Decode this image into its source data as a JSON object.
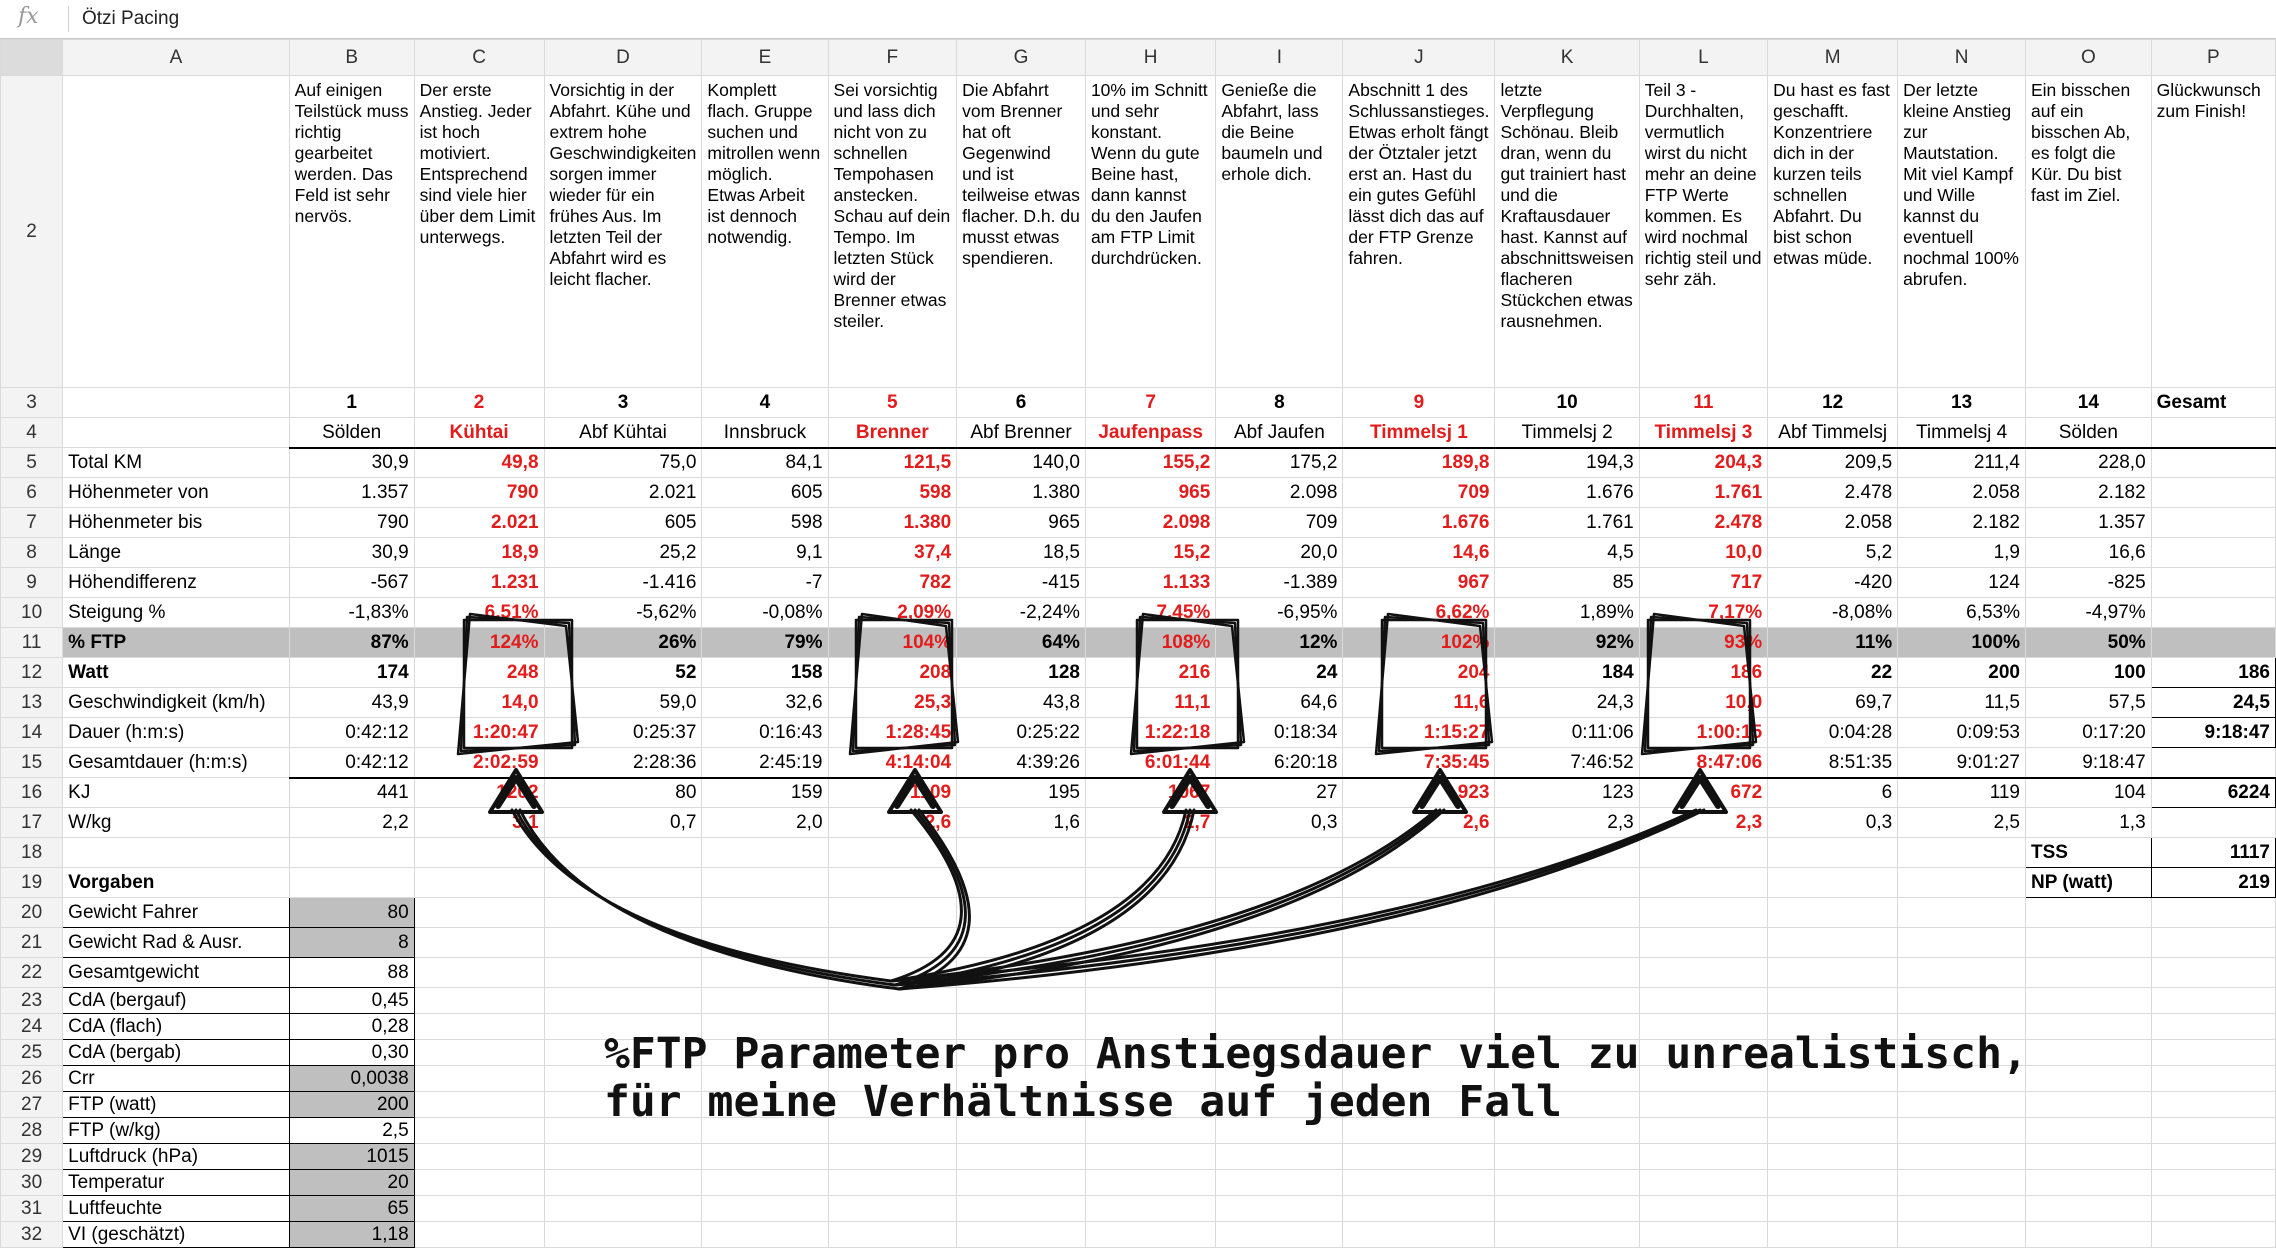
{
  "formula_bar": {
    "icon": "fx",
    "value": "Ötzi Pacing"
  },
  "columns": [
    "A",
    "B",
    "C",
    "D",
    "E",
    "F",
    "G",
    "H",
    "I",
    "J",
    "K",
    "L",
    "M",
    "N",
    "O",
    "P"
  ],
  "rows": [
    {
      "n": "2",
      "label": "",
      "cells": [
        "Auf einigen Teilstück muss richtig gearbeitet werden. Das Feld ist sehr nervös.",
        "Der erste Anstieg. Jeder ist hoch motiviert. Entsprechend sind viele hier über dem Limit unterwegs.",
        "Vorsichtig in der Abfahrt. Kühe und extrem hohe Geschwindigkeiten sorgen immer wieder für ein frühes Aus. Im letzten Teil der Abfahrt wird es leicht flacher.",
        "Komplett flach. Gruppe suchen und mitrollen wenn möglich. Etwas Arbeit ist dennoch notwendig.",
        "Sei vorsichtig und lass dich nicht von zu schnellen Tempohasen anstecken. Schau auf dein Tempo. Im letzten Stück wird der Brenner etwas steiler.",
        "Die Abfahrt vom Brenner hat oft Gegenwind und ist teilweise etwas flacher. D.h. du musst etwas spendieren.",
        "10% im Schnitt und sehr konstant. Wenn du gute Beine hast, dann kannst du den Jaufen am FTP Limit durchdrücken.",
        "Genieße die Abfahrt, lass die Beine baumeln und erhole dich.",
        "Abschnitt 1 des Schlussanstieges. Etwas erholt fängt der Ötztaler jetzt erst an. Hast du ein gutes Gefühl lässt dich das auf der FTP Grenze fahren.",
        "letzte Verpflegung Schönau. Bleib dran, wenn du gut trainiert hast und die Kraftausdauer hast. Kannst auf abschnittsweisen flacheren Stückchen etwas rausnehmen.",
        "Teil 3 - Durchhalten, vermutlich wirst du nicht mehr an deine FTP Werte kommen. Es wird nochmal richtig steil und sehr zäh.",
        "Du hast es fast geschafft. Konzentriere dich in der kurzen teils schnellen Abfahrt. Du bist schon etwas müde.",
        "Der letzte kleine Anstieg zur Mautstation. Mit viel Kampf und Wille kannst du eventuell nochmal 100% abrufen.",
        "Ein bisschen auf ein bisschen Ab, es folgt die Kür. Du bist fast im Ziel.",
        "Glückwunsch zum Finish!"
      ]
    },
    {
      "n": "3",
      "label": "",
      "cells": [
        "1",
        "2",
        "3",
        "4",
        "5",
        "6",
        "7",
        "8",
        "9",
        "10",
        "11",
        "12",
        "13",
        "14",
        "Gesamt"
      ]
    },
    {
      "n": "4",
      "label": "",
      "cells": [
        "Sölden",
        "Kühtai",
        "Abf Kühtai",
        "Innsbruck",
        "Brenner",
        "Abf Brenner",
        "Jaufenpass",
        "Abf Jaufen",
        "Timmelsj 1",
        "Timmelsj 2",
        "Timmelsj 3",
        "Abf Timmelsj",
        "Timmelsj 4",
        "Sölden",
        ""
      ]
    },
    {
      "n": "5",
      "label": "Total KM",
      "cells": [
        "30,9",
        "49,8",
        "75,0",
        "84,1",
        "121,5",
        "140,0",
        "155,2",
        "175,2",
        "189,8",
        "194,3",
        "204,3",
        "209,5",
        "211,4",
        "228,0",
        ""
      ]
    },
    {
      "n": "6",
      "label": "Höhenmeter von",
      "cells": [
        "1.357",
        "790",
        "2.021",
        "605",
        "598",
        "1.380",
        "965",
        "2.098",
        "709",
        "1.676",
        "1.761",
        "2.478",
        "2.058",
        "2.182",
        ""
      ]
    },
    {
      "n": "7",
      "label": "Höhenmeter bis",
      "cells": [
        "790",
        "2.021",
        "605",
        "598",
        "1.380",
        "965",
        "2.098",
        "709",
        "1.676",
        "1.761",
        "2.478",
        "2.058",
        "2.182",
        "1.357",
        ""
      ]
    },
    {
      "n": "8",
      "label": "Länge",
      "cells": [
        "30,9",
        "18,9",
        "25,2",
        "9,1",
        "37,4",
        "18,5",
        "15,2",
        "20,0",
        "14,6",
        "4,5",
        "10,0",
        "5,2",
        "1,9",
        "16,6",
        ""
      ]
    },
    {
      "n": "9",
      "label": "Höhendifferenz",
      "cells": [
        "-567",
        "1.231",
        "-1.416",
        "-7",
        "782",
        "-415",
        "1.133",
        "-1.389",
        "967",
        "85",
        "717",
        "-420",
        "124",
        "-825",
        ""
      ]
    },
    {
      "n": "10",
      "label": "Steigung %",
      "cells": [
        "-1,83%",
        "6,51%",
        "-5,62%",
        "-0,08%",
        "2,09%",
        "-2,24%",
        "7,45%",
        "-6,95%",
        "6,62%",
        "1,89%",
        "7,17%",
        "-8,08%",
        "6,53%",
        "-4,97%",
        ""
      ]
    },
    {
      "n": "11",
      "label": "% FTP",
      "cells": [
        "87%",
        "124%",
        "26%",
        "79%",
        "104%",
        "64%",
        "108%",
        "12%",
        "102%",
        "92%",
        "93%",
        "11%",
        "100%",
        "50%",
        ""
      ]
    },
    {
      "n": "12",
      "label": "Watt",
      "cells": [
        "174",
        "248",
        "52",
        "158",
        "208",
        "128",
        "216",
        "24",
        "204",
        "184",
        "186",
        "22",
        "200",
        "100",
        "186"
      ]
    },
    {
      "n": "13",
      "label": "Geschwindigkeit (km/h)",
      "cells": [
        "43,9",
        "14,0",
        "59,0",
        "32,6",
        "25,3",
        "43,8",
        "11,1",
        "64,6",
        "11,6",
        "24,3",
        "10,0",
        "69,7",
        "11,5",
        "57,5",
        "24,5"
      ]
    },
    {
      "n": "14",
      "label": "Dauer (h:m:s)",
      "cells": [
        "0:42:12",
        "1:20:47",
        "0:25:37",
        "0:16:43",
        "1:28:45",
        "0:25:22",
        "1:22:18",
        "0:18:34",
        "1:15:27",
        "0:11:06",
        "1:00:15",
        "0:04:28",
        "0:09:53",
        "0:17:20",
        "9:18:47"
      ]
    },
    {
      "n": "15",
      "label": "Gesamtdauer (h:m:s)",
      "cells": [
        "0:42:12",
        "2:02:59",
        "2:28:36",
        "2:45:19",
        "4:14:04",
        "4:39:26",
        "6:01:44",
        "6:20:18",
        "7:35:45",
        "7:46:52",
        "8:47:06",
        "8:51:35",
        "9:01:27",
        "9:18:47",
        ""
      ]
    },
    {
      "n": "16",
      "label": "KJ",
      "cells": [
        "441",
        "1202",
        "80",
        "159",
        "1109",
        "195",
        "1067",
        "27",
        "923",
        "123",
        "672",
        "6",
        "119",
        "104",
        "6224"
      ]
    },
    {
      "n": "17",
      "label": "W/kg",
      "cells": [
        "2,2",
        "3,1",
        "0,7",
        "2,0",
        "2,6",
        "1,6",
        "2,7",
        "0,3",
        "2,6",
        "2,3",
        "2,3",
        "0,3",
        "2,5",
        "1,3",
        ""
      ]
    },
    {
      "n": "18",
      "label": "",
      "cells": [
        "",
        "",
        "",
        "",
        "",
        "",
        "",
        "",
        "",
        "",
        "",
        "",
        "",
        "TSS",
        "1117"
      ]
    },
    {
      "n": "19",
      "label": "Vorgaben",
      "cells": [
        "",
        "",
        "",
        "",
        "",
        "",
        "",
        "",
        "",
        "",
        "",
        "",
        "",
        "NP (watt)",
        "219"
      ]
    },
    {
      "n": "20",
      "label": "Gewicht Fahrer",
      "cells": [
        "80"
      ]
    },
    {
      "n": "21",
      "label": "Gewicht Rad & Ausr.",
      "cells": [
        "8"
      ]
    },
    {
      "n": "22",
      "label": "Gesamtgewicht",
      "cells": [
        "88"
      ]
    },
    {
      "n": "23",
      "label": "CdA (bergauf)",
      "cells": [
        "0,45"
      ]
    },
    {
      "n": "24",
      "label": "CdA (flach)",
      "cells": [
        "0,28"
      ]
    },
    {
      "n": "25",
      "label": "CdA (bergab)",
      "cells": [
        "0,30"
      ]
    },
    {
      "n": "26",
      "label": "Crr",
      "cells": [
        "0,0038"
      ]
    },
    {
      "n": "27",
      "label": "FTP (watt)",
      "cells": [
        "200"
      ]
    },
    {
      "n": "28",
      "label": "FTP (w/kg)",
      "cells": [
        "2,5"
      ]
    },
    {
      "n": "29",
      "label": "Luftdruck (hPa)",
      "cells": [
        "1015"
      ]
    },
    {
      "n": "30",
      "label": "Temperatur",
      "cells": [
        "20"
      ]
    },
    {
      "n": "31",
      "label": "Luftfeuchte",
      "cells": [
        "65"
      ]
    },
    {
      "n": "32",
      "label": "VI (geschätzt)",
      "cells": [
        "1,18"
      ]
    }
  ],
  "annotation": {
    "line1": "%FTP Parameter pro Anstiegsdauer viel zu unrealistisch,",
    "line2": "für meine Verhältnisse auf jeden Fall"
  },
  "colors": {
    "climb_red": "#e31b1b",
    "ftp_row_shade": "#bfbfbf",
    "input_shade": "#bfbfbf"
  }
}
